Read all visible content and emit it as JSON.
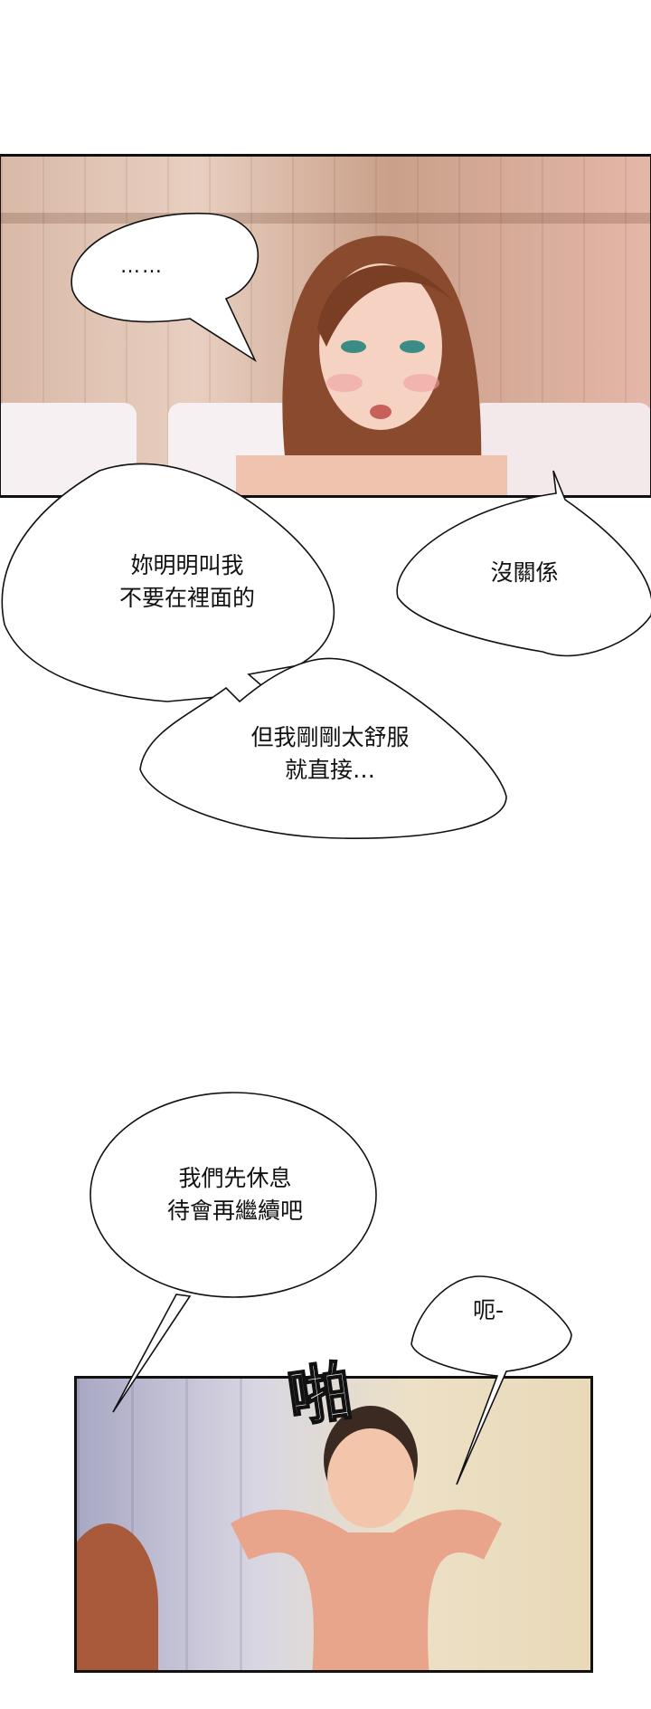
{
  "dialogue": {
    "ellipsis": "……",
    "line1": "妳明明叫我\n不要在裡面的",
    "line2": "沒關係",
    "line3": "但我剛剛太舒服\n就直接…",
    "line4": "我們先休息\n待會再繼續吧",
    "line5": "呃-"
  },
  "sound_effect": "啪",
  "colors": {
    "panel_border": "#111111",
    "bubble_fill": "#ffffff"
  }
}
